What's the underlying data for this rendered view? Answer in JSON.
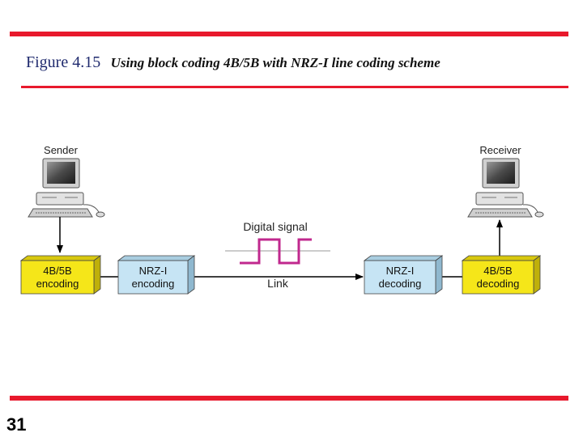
{
  "figure": {
    "label": "Figure 4.15",
    "caption": "Using block coding 4B/5B with NRZ-I line coding scheme"
  },
  "page_number": "31",
  "diagram": {
    "sender_label": "Sender",
    "receiver_label": "Receiver",
    "signal_label": "Digital signal",
    "link_label": "Link",
    "blocks": {
      "enc_4b5b": [
        "4B/5B",
        "encoding"
      ],
      "enc_nrzi": [
        "NRZ-I",
        "encoding"
      ],
      "dec_nrzi": [
        "NRZ-I",
        "decoding"
      ],
      "dec_4b5b": [
        "4B/5B",
        "decoding"
      ]
    }
  },
  "colors": {
    "accent_red": "#e8192c",
    "block_yellow": "#f5e619",
    "block_blue": "#c6e4f4",
    "signal_magenta": "#c0288e"
  }
}
